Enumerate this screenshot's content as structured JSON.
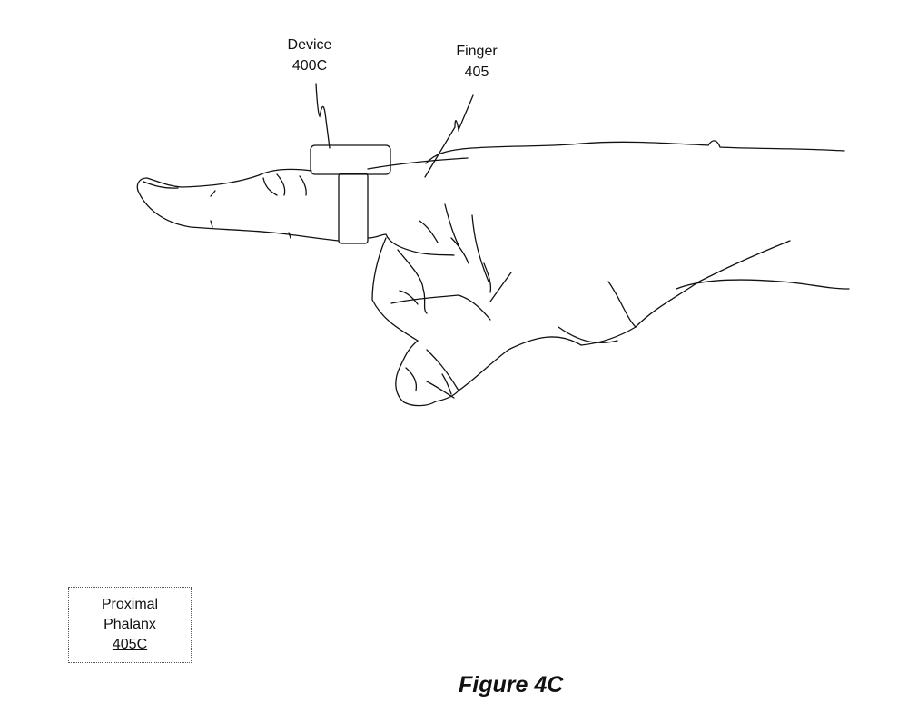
{
  "labels": {
    "device": {
      "name": "Device",
      "ref": "400C"
    },
    "finger": {
      "name": "Finger",
      "ref": "405"
    }
  },
  "legend_box": {
    "line1": "Proximal",
    "line2": "Phalanx",
    "ref": "405C"
  },
  "figure_title": "Figure 4C"
}
